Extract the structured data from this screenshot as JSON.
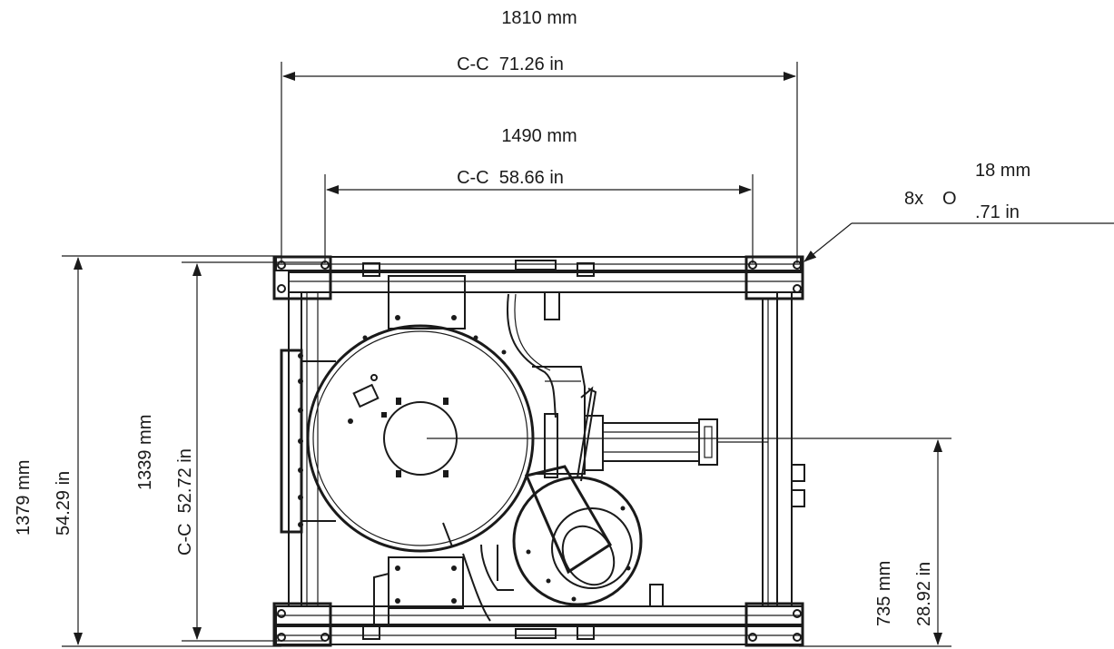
{
  "dimensions": {
    "overall_width_mm": "1810 mm",
    "overall_width_in": "C-C  71.26 in",
    "inner_width_mm": "1490 mm",
    "inner_width_in": "C-C  58.66 in",
    "hole_count": "8x",
    "hole_symbol": "O",
    "hole_mm": "18 mm",
    "hole_in": ".71 in",
    "overall_height_mm": "1379 mm",
    "overall_height_in": "54.29 in",
    "inner_height_mm": "1339 mm",
    "inner_height_in": "C-C  52.72 in",
    "center_height_mm": "735 mm",
    "center_height_in": "28.92 in"
  }
}
